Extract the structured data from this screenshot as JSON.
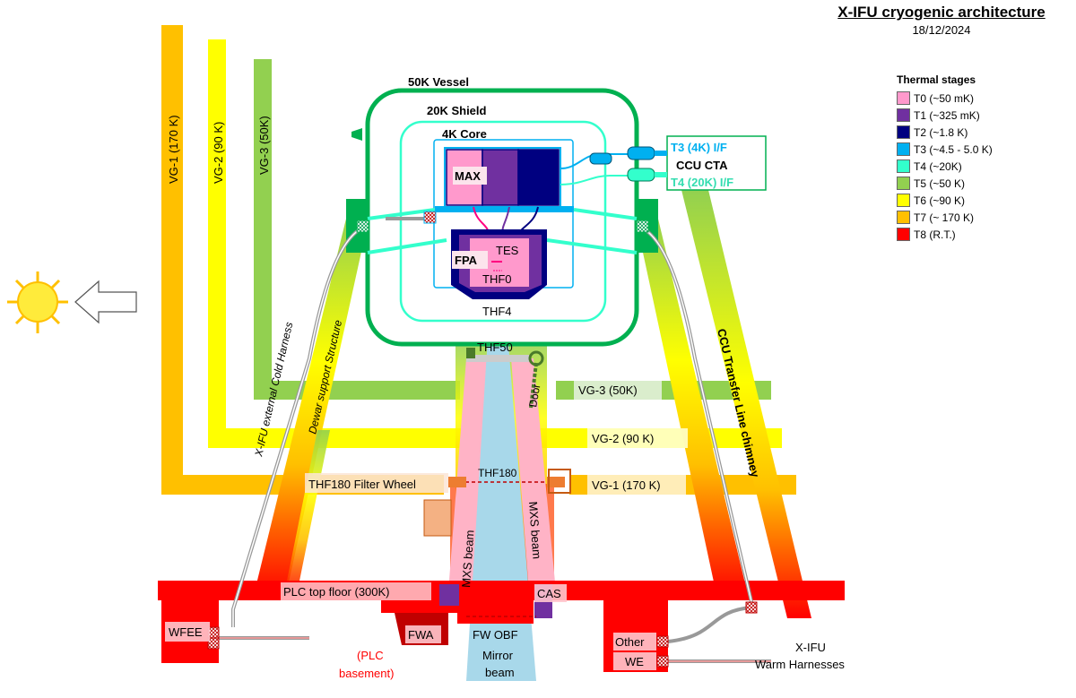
{
  "header": {
    "title": "X-IFU cryogenic architecture",
    "date": "18/12/2024"
  },
  "legend": {
    "title": "Thermal stages",
    "items": [
      {
        "label": "T0 (~50 mK)",
        "color": "#ff99cc"
      },
      {
        "label": "T1 (~325 mK)",
        "color": "#7030a0"
      },
      {
        "label": "T2 (~1.8 K)",
        "color": "#000080"
      },
      {
        "label": "T3 (~4.5 - 5.0 K)",
        "color": "#00b0f0"
      },
      {
        "label": "T4 (~20K)",
        "color": "#33ffcc"
      },
      {
        "label": "T5 (~50 K)",
        "color": "#92d050"
      },
      {
        "label": "T6 (~90 K)",
        "color": "#ffff00"
      },
      {
        "label": "T7 (~ 170 K)",
        "color": "#ffc000"
      },
      {
        "label": "T8 (R.T.)",
        "color": "#ff0000"
      }
    ]
  },
  "labels": {
    "vessel": "50K Vessel",
    "shield": "20K Shield",
    "core": "4K Core",
    "max": "MAX",
    "fpa": "FPA",
    "tes": "TES",
    "thf0": "THF0",
    "thf4": "THF4",
    "thf50": "THF50",
    "door": "Door",
    "thf180": "THF180",
    "thf180_wheel": "THF180 Filter Wheel",
    "vg1_vertical": "VG-1 (170 K)",
    "vg2_vertical": "VG-2 (90 K)",
    "vg3_vertical": "VG-3 (50K)",
    "vg3_right": "VG-3 (50K)",
    "vg2_right": "VG-2 (90 K)",
    "vg1_right": "VG-1 (170 K)",
    "t3_if": "T3 (4K) I/F",
    "ccu_cta": "CCU CTA",
    "t4_if": "T4 (20K) I/F",
    "cold_harness": "X-IFU external Cold Harness",
    "dewar_structure": "Dewar support Structure",
    "ccu_chimney": "CCU Transfer Line chimney",
    "mxs_left": "MXS beam",
    "mxs_right": "MXS beam",
    "plc_top": "PLC top floor (300K)",
    "cas": "CAS",
    "wfee": "WFEE",
    "fwa": "FWA",
    "fw_obf": "FW OBF",
    "mirror_beam_1": "Mirror",
    "mirror_beam_2": "beam",
    "plc_basement_1": "(PLC",
    "plc_basement_2": "basement)",
    "other_we_1": "Other",
    "other_we_2": "WE",
    "warm_harness_1": "X-IFU",
    "warm_harness_2": "Warm Harnesses"
  }
}
